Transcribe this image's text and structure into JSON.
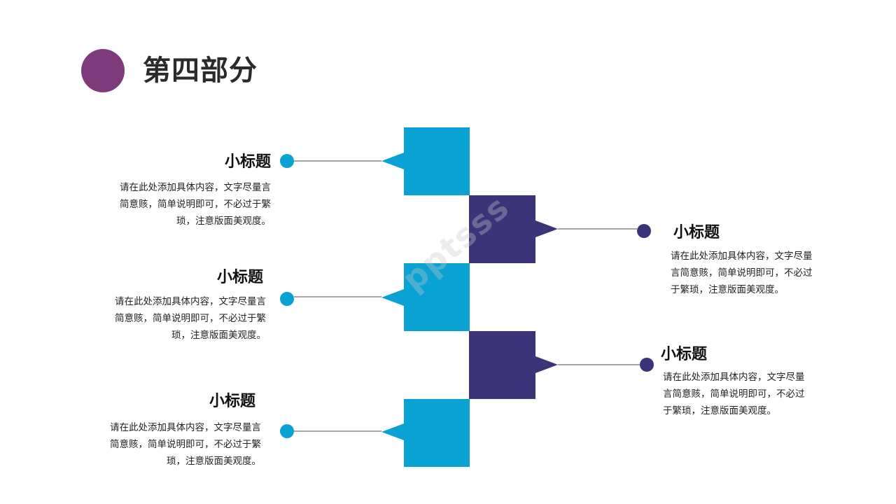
{
  "header": {
    "title": "第四部分"
  },
  "colors": {
    "accent_purple": "#7d3b7c",
    "block_blue": "#0aa1d3",
    "block_navy": "#3b3478",
    "line": "#4a4a4a"
  },
  "watermark": "pptsss",
  "items": [
    {
      "side": "left",
      "title": "小标题",
      "desc_1": "请在此处添加具体内容，文字尽量言",
      "desc_2": "简意赅，简单说明即可，不必过于繁",
      "desc_3": "琐，注意版面美观度。"
    },
    {
      "side": "right",
      "title": "小标题",
      "desc_1": "请在此处添加具体内容，文字尽量",
      "desc_2": "言简意赅，简单说明即可，不必过",
      "desc_3": "于繁琐，注意版面美观度。"
    },
    {
      "side": "left",
      "title": "小标题",
      "desc_1": "请在此处添加具体内容，文字尽量言",
      "desc_2": "简意赅，简单说明即可，不必过于繁",
      "desc_3": "琐，注意版面美观度。"
    },
    {
      "side": "right",
      "title": "小标题",
      "desc_1": "请在此处添加具体内容，文字尽量",
      "desc_2": "言简意赅，简单说明即可，不必过",
      "desc_3": "于繁琐，注意版面美观度。"
    },
    {
      "side": "left",
      "title": "小标题",
      "desc_1": "请在此处添加具体内容，文字尽量言",
      "desc_2": "简意赅，简单说明即可，不必过于繁",
      "desc_3": "琐，注意版面美观度。"
    }
  ]
}
